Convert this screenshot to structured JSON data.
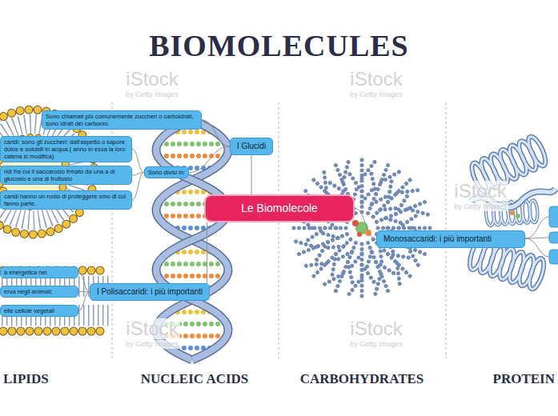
{
  "diagram": {
    "title": "BIOMOLECULES",
    "nodes": [
      {
        "text": [
          "Sono chiamati più comunemente zuccheri o carboidrati, sono idrati del carbonio."
        ]
      },
      {
        "text": [
          "caridi: sono gli zuccheri: dall'aspetto o sapore dolce e solubili in acqua.( anno in essa la loro catena si modifica)"
        ]
      },
      {
        "text": [
          "I Glucidi"
        ]
      },
      {
        "text": [
          "ridi fra cui il saccarosio frmato da una a di glucosio e una di fruttosio"
        ]
      },
      {
        "text": [
          "Sono divisi in:"
        ]
      },
      {
        "text": [
          "caridi hanno un ruolo di proteggere smo di cui fanno parte."
        ]
      },
      {
        "text": [
          "Le Biomolecole"
        ]
      },
      {
        "text": [
          "Monosaccaridi: i più importanti"
        ]
      },
      {
        "text": [
          "a energetica nei"
        ]
      },
      {
        "text": [
          "I Polisaccaridi: i più importanti"
        ]
      },
      {
        "text": [
          "erva negli animali;"
        ]
      },
      {
        "text": [
          "elle cellule vegetali"
        ]
      }
    ],
    "edges": [
      {
        "from": 6,
        "to": 2,
        "arrow": "none"
      },
      {
        "from": 2,
        "to": 0,
        "arrow": "none"
      },
      {
        "from": 2,
        "to": 4,
        "arrow": "none"
      },
      {
        "from": 4,
        "to": 1,
        "arrow": "none"
      },
      {
        "from": 4,
        "to": 3,
        "arrow": "none"
      },
      {
        "from": 4,
        "to": 5,
        "arrow": "none"
      },
      {
        "from": 6,
        "to": 9,
        "arrow": "none"
      },
      {
        "from": 6,
        "to": 7,
        "arrow": "none"
      },
      {
        "from": 9,
        "to": 8,
        "arrow": "none"
      },
      {
        "from": 9,
        "to": 10,
        "arrow": "none"
      },
      {
        "from": 9,
        "to": 11,
        "arrow": "none"
      }
    ],
    "labels": [
      "iStock",
      "by Getty Images",
      "iStock",
      "by Getty Images",
      "iStock",
      "by Getty Images",
      "iStock",
      "by Getty Images",
      "iStock",
      "by Getty Images",
      "LIPIDS",
      "NUCLEIC ACIDS",
      "CARBOHYDRATES",
      "PROTEIN"
    ]
  }
}
